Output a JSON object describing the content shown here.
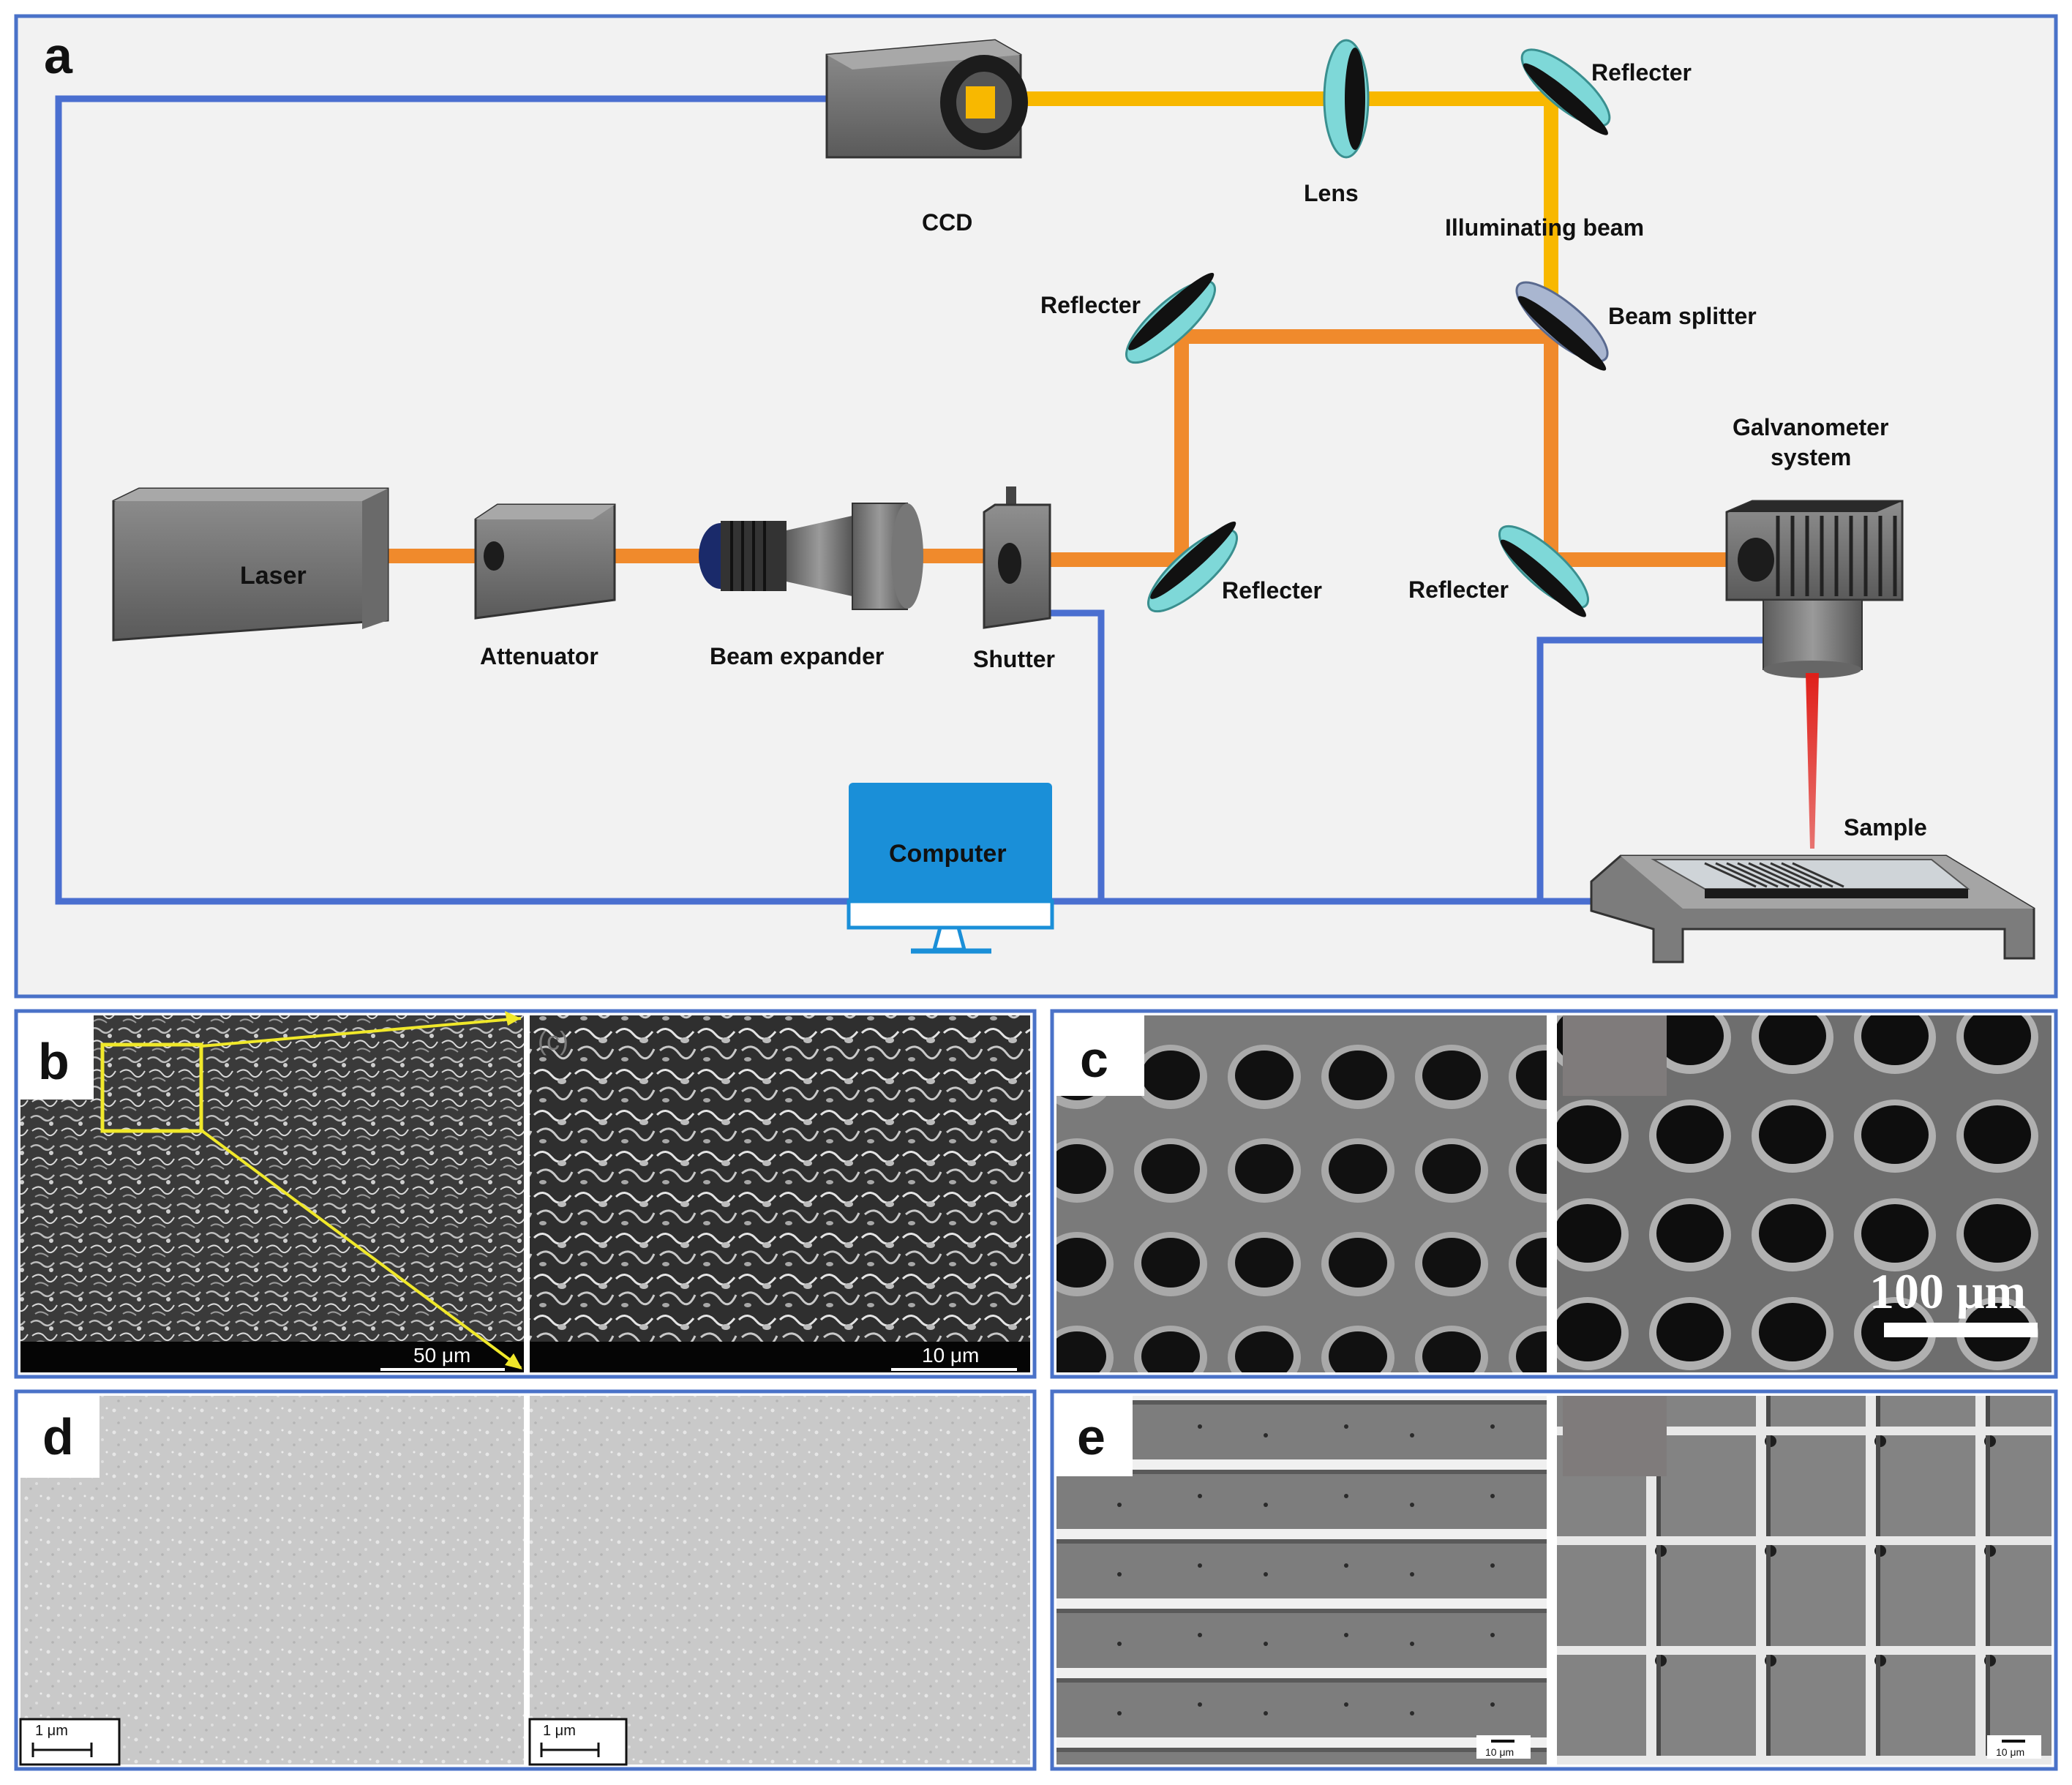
{
  "panels": {
    "a": {
      "letter": "a",
      "labels": {
        "ccd": "CCD",
        "lens": "Lens",
        "reflecter_top": "Reflecter",
        "illuminating_beam": "Illuminating beam",
        "reflecter_left_upper": "Reflecter",
        "beam_splitter": "Beam splitter",
        "galvanometer_line1": "Galvanometer",
        "galvanometer_line2": "system",
        "laser": "Laser",
        "attenuator": "Attenuator",
        "beam_expander": "Beam expander",
        "shutter": "Shutter",
        "reflecter_lower_left": "Reflecter",
        "reflecter_lower_right": "Reflecter",
        "computer": "Computer",
        "sample": "Sample"
      }
    },
    "b": {
      "letter": "b",
      "inset_label": "(c)",
      "scale_left": "50 μm",
      "scale_right": "10 μm"
    },
    "c": {
      "letter": "c",
      "scale": "100 μm"
    },
    "d": {
      "letter": "d",
      "scale_left": "1 μm",
      "scale_right": "1 μm"
    },
    "e": {
      "letter": "e",
      "scale_left": "10 μm",
      "scale_right": "10 μm"
    }
  },
  "colors": {
    "frame_blue": "#4a72c8",
    "wire_blue": "#4a6fd0",
    "beam_orange": "#f08a2c",
    "beam_yellow": "#f8b800",
    "computer_blue": "#1a8fd8",
    "laser_red": "#e0201a"
  }
}
